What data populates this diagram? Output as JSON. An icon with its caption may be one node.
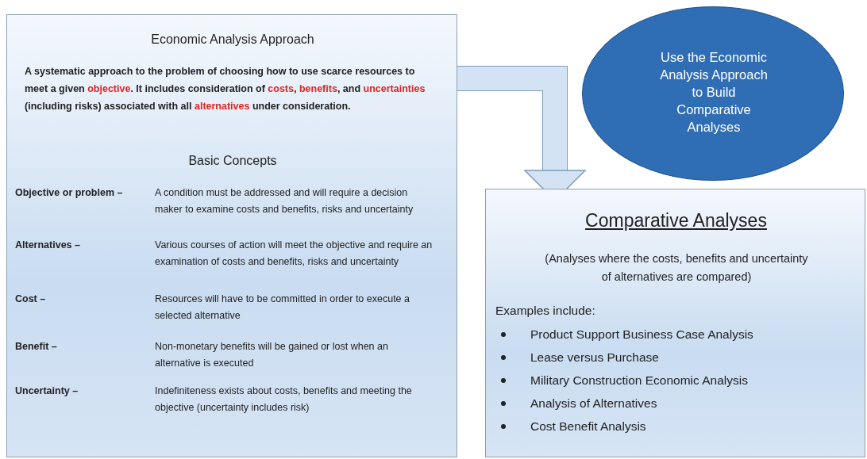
{
  "diagram": {
    "nodes": [
      {
        "text": [
          "Economic Analysis Approach",
          "A systematic approach to the problem of choosing how to use scarce resources to meet a given *objective*. It includes consideration of *costs*, *benefits*, and *uncertainties* (including risks) associated with all *alternatives* under consideration.",
          "Basic Concepts",
          "Objective or problem –",
          "A condition must be addressed and will require a decision maker to examine costs and benefits, risks and uncertainty",
          "Alternatives –",
          "Various courses of action will meet the objective and require an examination of costs and benefits, risks and uncertainty",
          "Cost –",
          "Resources will have to be committed in order to execute a selected alternative",
          "Benefit –",
          "Non-monetary benefits will be gained or lost when an alternative is executed",
          "Uncertainty –",
          "Indefiniteness exists about costs, benefits and meeting the objective (uncertainty includes risk)"
        ]
      },
      {
        "text": [
          "Use the Economic Analysis Approach to Build Comparative Analyses"
        ]
      },
      {
        "text": [
          "Comparative Analyses",
          "(Analyses where the costs, benefits and uncertainty of alternatives are compared)",
          "Examples include:",
          "Product Support Business Case Analysis",
          "Lease versus Purchase",
          "Military Construction Economic Analysis",
          "Analysis of Alternatives",
          "Cost Benefit Analysis"
        ]
      }
    ],
    "edges": [
      {
        "from": 0,
        "to": 2,
        "arrow": "to"
      }
    ]
  }
}
